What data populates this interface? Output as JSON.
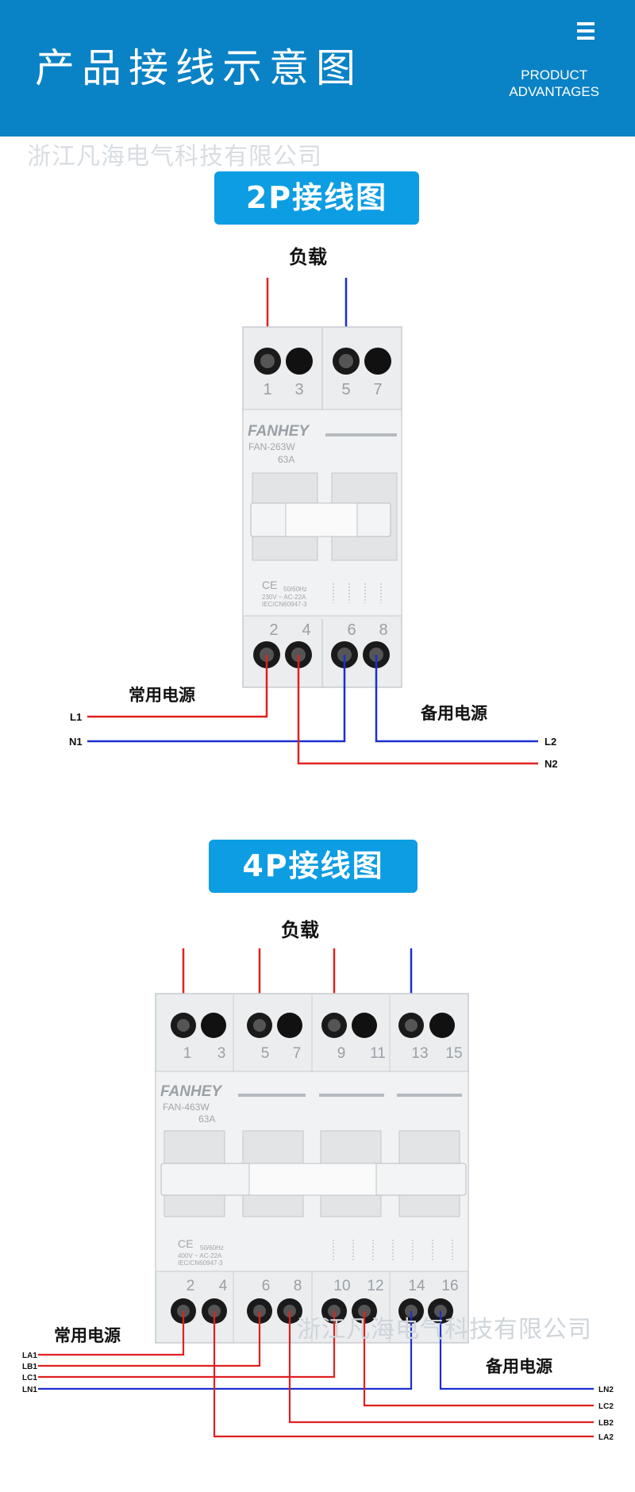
{
  "header": {
    "title": "产品接线示意图",
    "subtitle_line1": "PRODUCT",
    "subtitle_line2": "ADVANTAGES",
    "menu_icon": "menu-icon"
  },
  "watermark": {
    "text": "浙江凡海电气科技有限公司"
  },
  "diagram_2p": {
    "heading": "2P接线图",
    "load_label": "负载",
    "brand": "FANHEY",
    "model": "FAN-263W",
    "rating": "63A",
    "spec_freq": "50/60Hz",
    "spec_voltage": "230V ~ AC-22A",
    "spec_standard": "IEC/CN60947-3",
    "top_terminals": [
      "1",
      "3",
      "5",
      "7"
    ],
    "bottom_terminals": [
      "2",
      "4",
      "6",
      "8"
    ],
    "common_source_label": "常用电源",
    "backup_source_label": "备用电源",
    "wires": {
      "L1": "L1",
      "N1": "N1",
      "L2": "L2",
      "N2": "N2"
    }
  },
  "diagram_4p": {
    "heading": "4P接线图",
    "load_label": "负载",
    "brand": "FANHEY",
    "model": "FAN-463W",
    "rating": "63A",
    "spec_freq": "50/60Hz",
    "spec_voltage": "400V ~ AC-22A",
    "spec_standard": "IEC/CN60947-3",
    "top_terminals": [
      "1",
      "3",
      "5",
      "7",
      "9",
      "11",
      "13",
      "15"
    ],
    "bottom_terminals": [
      "2",
      "4",
      "6",
      "8",
      "10",
      "12",
      "14",
      "16"
    ],
    "common_source_label": "常用电源",
    "backup_source_label": "备用电源",
    "wires": {
      "LA1": "LA1",
      "LB1": "LB1",
      "LC1": "LC1",
      "LN1": "LN1",
      "LN2": "LN2",
      "LC2": "LC2",
      "LB2": "LB2",
      "LA2": "LA2"
    }
  },
  "colors": {
    "header_blue": "#0a82c6",
    "pill_blue": "#0d9de3",
    "wire_red": "#e02020",
    "wire_blue": "#1b2fd0"
  }
}
